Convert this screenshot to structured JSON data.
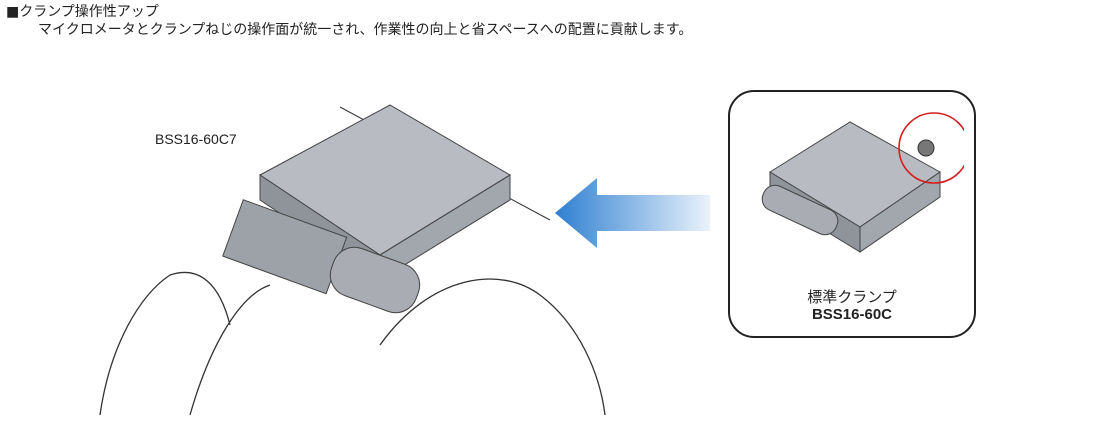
{
  "heading": "■クランプ操作性アップ",
  "description": "マイクロメータとクランプねじの操作面が統一され、作業性の向上と省スペースへの配置に貢献します。",
  "left_figure": {
    "model": "BSS16-60C7"
  },
  "right_figure": {
    "caption": "標準クランプ",
    "model": "BSS16-60C"
  },
  "colors": {
    "arrow": "#2f7fd0",
    "highlight": "#d42020"
  }
}
